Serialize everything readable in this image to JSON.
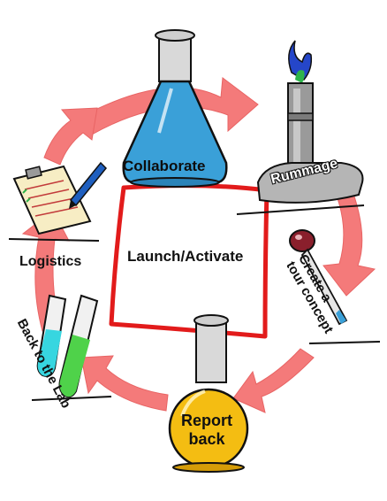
{
  "center": {
    "label": "Launch/Activate"
  },
  "stages": {
    "collaborate": "Collaborate",
    "rummage": "Rummage",
    "create_line1": "Create a",
    "create_line2": "tour concept",
    "report_line1": "Report",
    "report_line2": "back",
    "back_to_lab": "Back to the Lab",
    "logistics": "Logistics"
  },
  "colors": {
    "arrow": "#f47a7a",
    "frame": "#e21b1b",
    "flask_blue": "#3aa0d8",
    "flask_yellow": "#f4bd12",
    "tube_cyan": "#37d6e0",
    "tube_green": "#4fd24a",
    "flame_blue": "#2546c9",
    "dropper_red": "#8a1f2c",
    "pen_blue": "#1f5fbf"
  },
  "icons": [
    "erlenmeyer-flask-icon",
    "bunsen-burner-icon",
    "dropper-icon",
    "round-flask-icon",
    "test-tubes-icon",
    "clipboard-icon"
  ]
}
